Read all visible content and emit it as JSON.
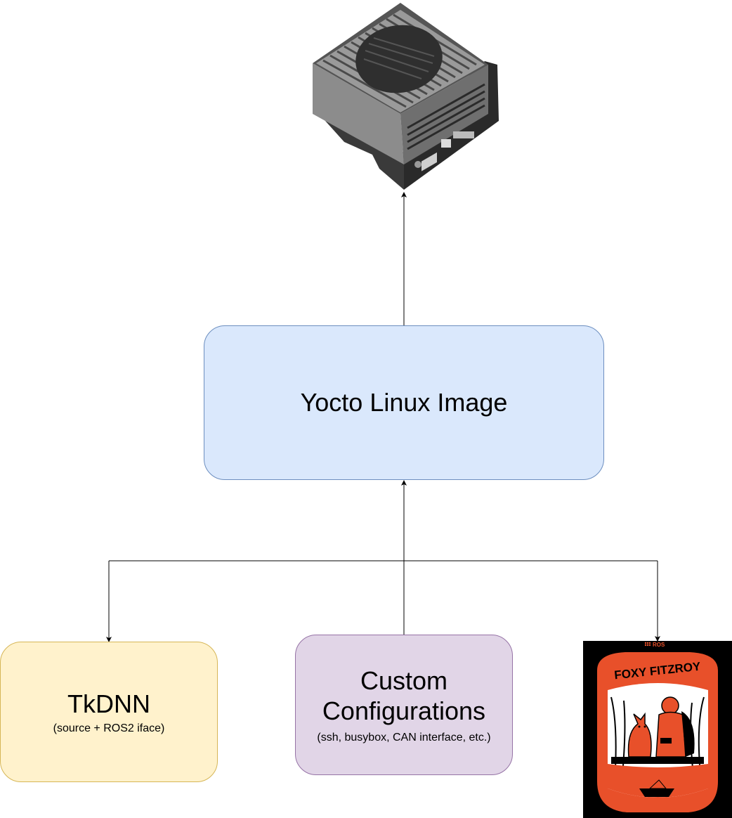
{
  "nodes": {
    "yocto": {
      "title": "Yocto Linux Image"
    },
    "tkdnn": {
      "title": "TkDNN",
      "subtitle": "(source + ROS2 iface)"
    },
    "custom": {
      "title_line1": "Custom",
      "title_line2": "Configurations",
      "subtitle": "(ssh, busybox, CAN interface, etc.)"
    },
    "ros_poster": {
      "brand": "ROS",
      "title": "FOXY FITZROY"
    }
  },
  "colors": {
    "yocto_fill": "#dae8fc",
    "yocto_stroke": "#6c8ebf",
    "tkdnn_fill": "#fff2cc",
    "tkdnn_stroke": "#d6b656",
    "custom_fill": "#e1d5e7",
    "custom_stroke": "#9673a6",
    "ros_orange": "#e8502a",
    "edge": "#000000"
  },
  "icons": {
    "device": "nvidia-jetson-device-icon",
    "poster": "ros-foxy-fitzroy-poster"
  }
}
